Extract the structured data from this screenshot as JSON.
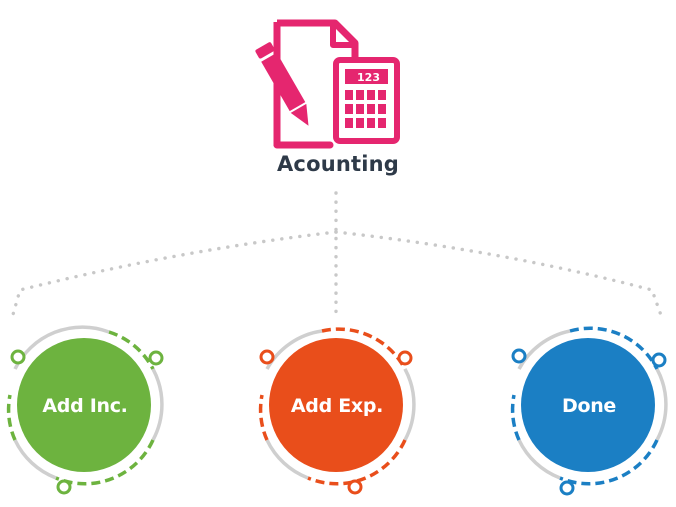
{
  "root": {
    "label": "Acounting",
    "icon": "document-pencil-calculator-icon",
    "calculator_display": "123",
    "color": "#e5266f"
  },
  "nodes": [
    {
      "label": "Add Inc.",
      "color": "#6db33f"
    },
    {
      "label": "Add Exp.",
      "color": "#e94e1b"
    },
    {
      "label": "Done",
      "color": "#1b7fc4"
    }
  ],
  "connector_color": "#c8c8c8"
}
